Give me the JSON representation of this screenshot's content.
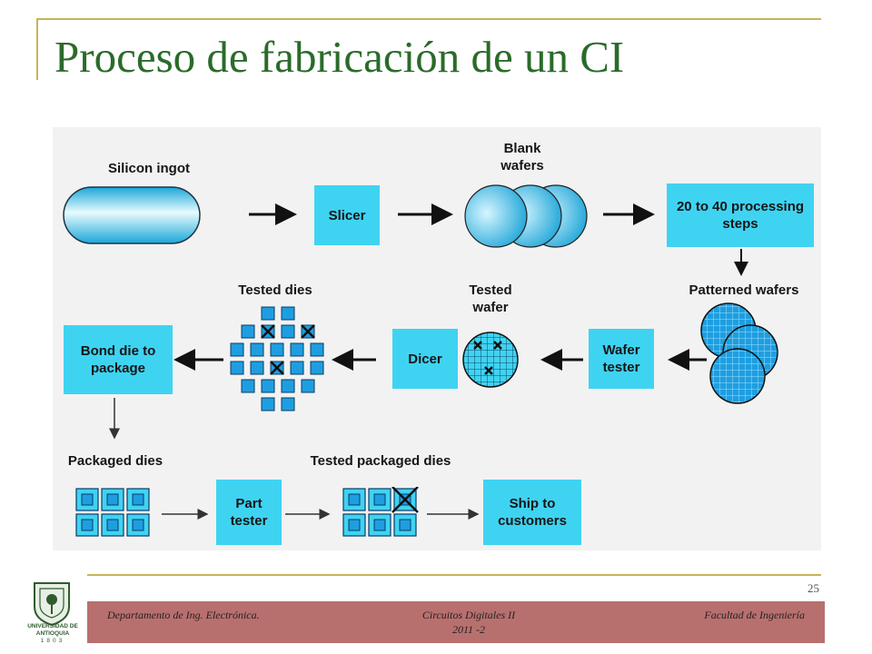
{
  "title": "Proceso de fabricación de un CI",
  "diagram": {
    "silicon_ingot": "Silicon ingot",
    "slicer": "Slicer",
    "blank_wafers": "Blank wafers",
    "processing_steps": "20 to 40 processing steps",
    "patterned_wafers": "Patterned wafers",
    "wafer_tester": "Wafer tester",
    "tested_wafer": "Tested wafer",
    "dicer": "Dicer",
    "tested_dies": "Tested dies",
    "bond_die": "Bond die to package",
    "packaged_dies": "Packaged dies",
    "part_tester": "Part tester",
    "tested_packaged_dies": "Tested packaged dies",
    "ship": "Ship to customers"
  },
  "page_number": "25",
  "footer": {
    "left": "Departamento de Ing. Electrónica.",
    "center_line1": "Circuitos Digitales II",
    "center_line2": "2011 -2",
    "right": "Facultad de Ingeniería"
  },
  "logo_text": "UNIVERSIDAD DE ANTIOQUIA",
  "logo_year": "1803",
  "colors": {
    "title": "#2a6b2a",
    "accent_gold": "#c9b457",
    "box_cyan": "#3fd3f2",
    "footer_bar": "#b8706e"
  }
}
